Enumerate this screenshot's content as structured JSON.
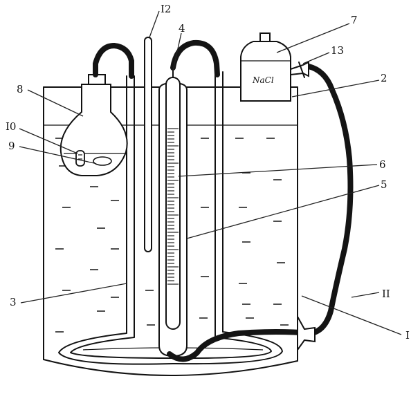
{
  "labels": {
    "l1": "I",
    "l2": "2",
    "l3": "3",
    "l4": "4",
    "l5": "5",
    "l6": "6",
    "l7": "7",
    "l8": "8",
    "l9": "9",
    "l10": "I0",
    "l11": "II",
    "l12": "I2",
    "l13": "13"
  },
  "bottle_text": "NaCl"
}
